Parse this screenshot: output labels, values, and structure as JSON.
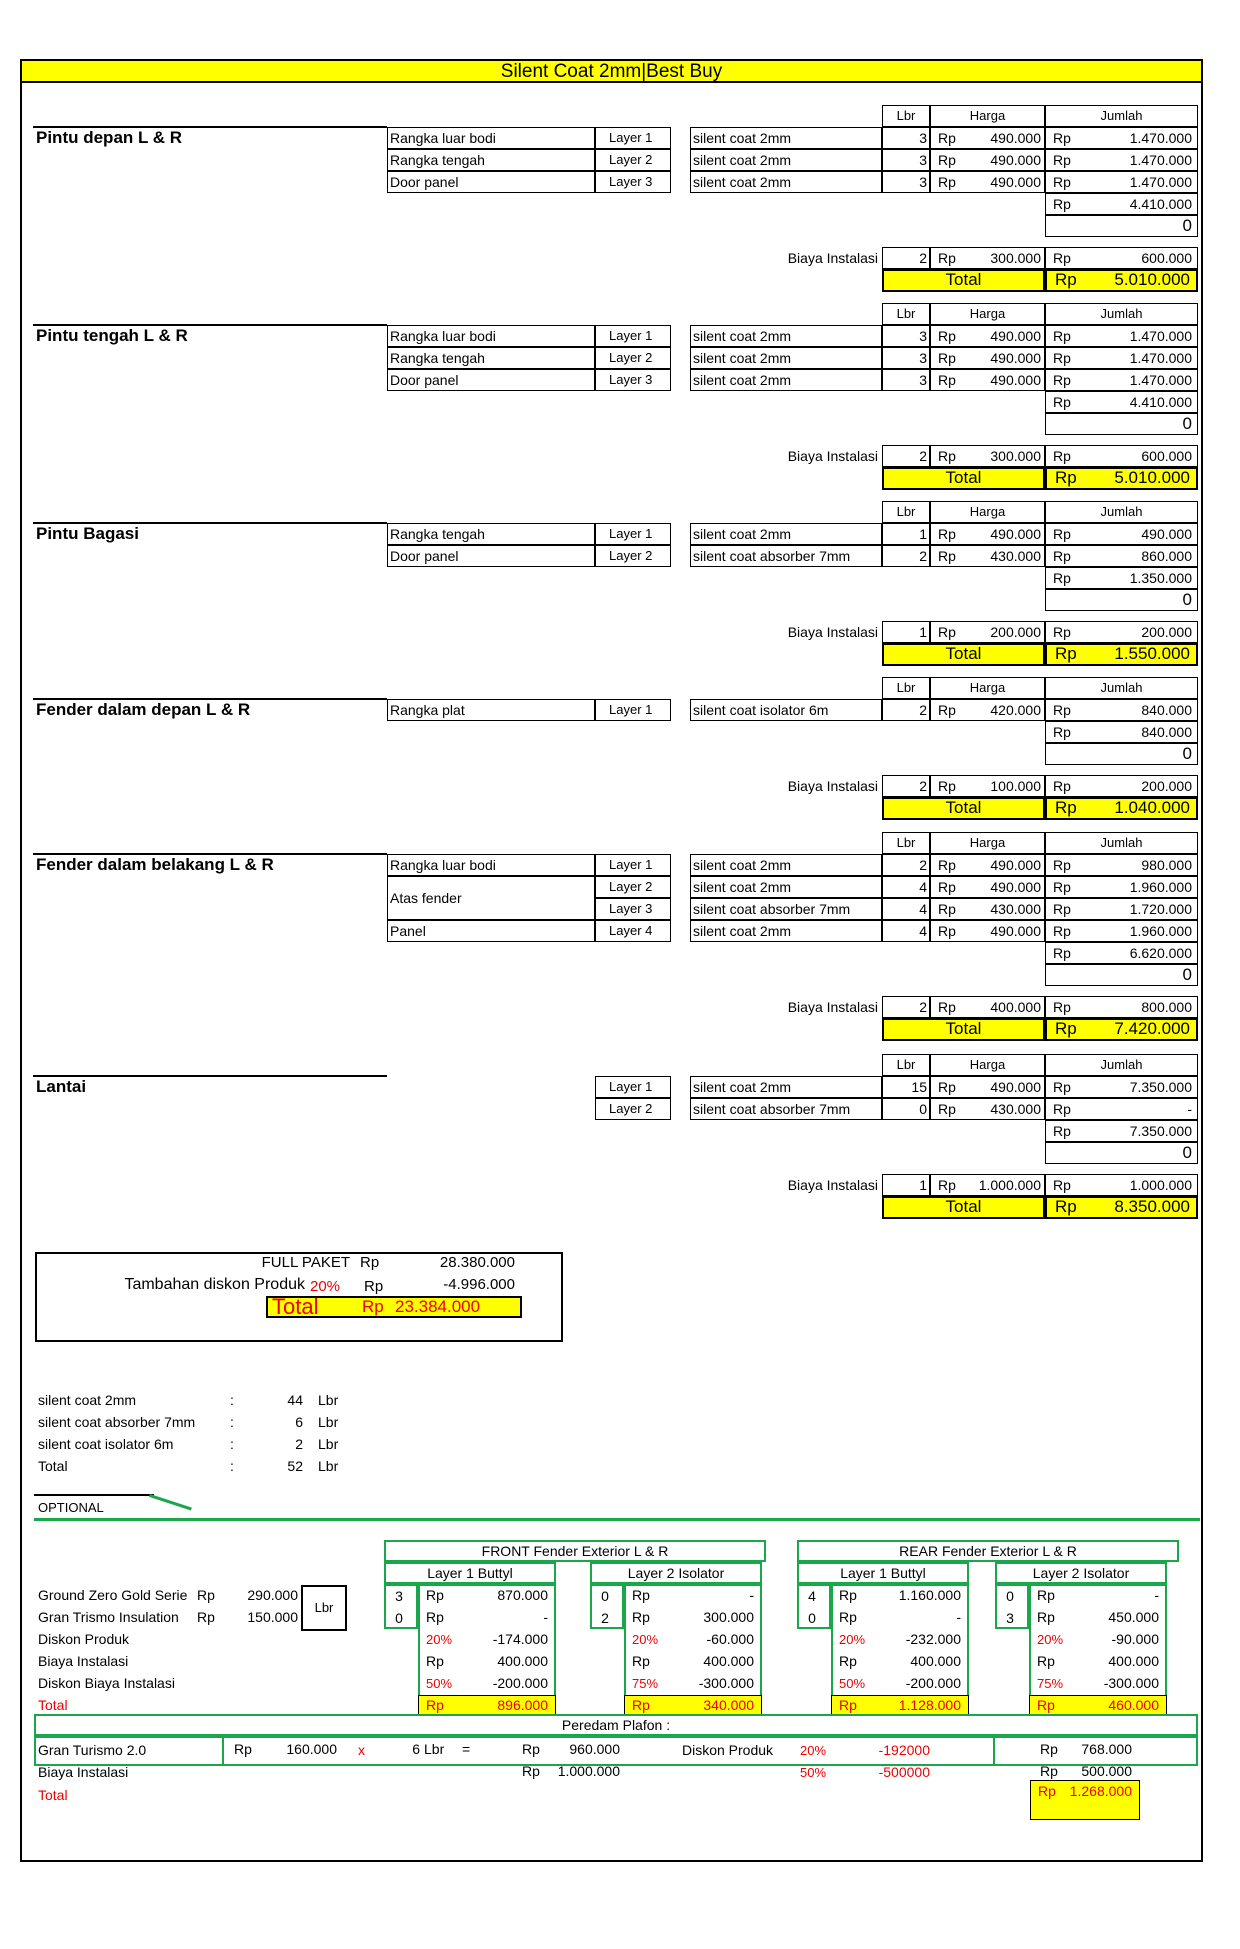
{
  "title": "Silent Coat 2mm|Best Buy",
  "hdr": {
    "lbr": "Lbr",
    "harga": "Harga",
    "jumlah": "Jumlah"
  },
  "rp": "Rp",
  "biaya": "Biaya Instalasi",
  "total": "Total",
  "zero": "0",
  "dash": "-",
  "s1": {
    "name": "Pintu depan L & R",
    "r": [
      {
        "part": "Rangka luar bodi",
        "layer": "Layer 1",
        "mat": "silent coat 2mm",
        "lbr": "3",
        "price": "490.000",
        "amt": "1.470.000"
      },
      {
        "part": "Rangka tengah",
        "layer": "Layer 2",
        "mat": "silent coat 2mm",
        "lbr": "3",
        "price": "490.000",
        "amt": "1.470.000"
      },
      {
        "part": "Door panel",
        "layer": "Layer 3",
        "mat": "silent coat 2mm",
        "lbr": "3",
        "price": "490.000",
        "amt": "1.470.000"
      }
    ],
    "sub": "4.410.000",
    "inst": {
      "lbr": "2",
      "price": "300.000",
      "amt": "600.000"
    },
    "total": "5.010.000"
  },
  "s2": {
    "name": "Pintu tengah L & R",
    "r": [
      {
        "part": "Rangka luar bodi",
        "layer": "Layer 1",
        "mat": "silent coat 2mm",
        "lbr": "3",
        "price": "490.000",
        "amt": "1.470.000"
      },
      {
        "part": "Rangka tengah",
        "layer": "Layer 2",
        "mat": "silent coat 2mm",
        "lbr": "3",
        "price": "490.000",
        "amt": "1.470.000"
      },
      {
        "part": "Door panel",
        "layer": "Layer 3",
        "mat": "silent coat 2mm",
        "lbr": "3",
        "price": "490.000",
        "amt": "1.470.000"
      }
    ],
    "sub": "4.410.000",
    "inst": {
      "lbr": "2",
      "price": "300.000",
      "amt": "600.000"
    },
    "total": "5.010.000"
  },
  "s3": {
    "name": "Pintu Bagasi",
    "r": [
      {
        "part": "Rangka tengah",
        "layer": "Layer 1",
        "mat": "silent coat 2mm",
        "lbr": "1",
        "price": "490.000",
        "amt": "490.000"
      },
      {
        "part": "Door panel",
        "layer": "Layer 2",
        "mat": "silent coat absorber 7mm",
        "lbr": "2",
        "price": "430.000",
        "amt": "860.000"
      }
    ],
    "sub": "1.350.000",
    "inst": {
      "lbr": "1",
      "price": "200.000",
      "amt": "200.000"
    },
    "total": "1.550.000"
  },
  "s4": {
    "name": "Fender dalam depan L & R",
    "r": [
      {
        "part": "Rangka plat",
        "layer": "Layer 1",
        "mat": "silent coat isolator 6m",
        "lbr": "2",
        "price": "420.000",
        "amt": "840.000"
      }
    ],
    "sub": "840.000",
    "inst": {
      "lbr": "2",
      "price": "100.000",
      "amt": "200.000"
    },
    "total": "1.040.000"
  },
  "s5": {
    "name": "Fender dalam belakang L & R",
    "r": [
      {
        "part": "Rangka luar bodi",
        "layer": "Layer 1",
        "mat": "silent coat 2mm",
        "lbr": "2",
        "price": "490.000",
        "amt": "980.000"
      },
      {
        "part": "Atas fender",
        "layer": "Layer 2",
        "mat": "silent coat 2mm",
        "lbr": "4",
        "price": "490.000",
        "amt": "1.960.000"
      },
      {
        "part": "",
        "layer": "Layer 3",
        "mat": "silent coat absorber 7mm",
        "lbr": "4",
        "price": "430.000",
        "amt": "1.720.000"
      },
      {
        "part": "Panel",
        "layer": "Layer 4",
        "mat": "silent coat 2mm",
        "lbr": "4",
        "price": "490.000",
        "amt": "1.960.000"
      }
    ],
    "sub": "6.620.000",
    "inst": {
      "lbr": "2",
      "price": "400.000",
      "amt": "800.000"
    },
    "total": "7.420.000"
  },
  "s6": {
    "name": "Lantai",
    "r": [
      {
        "part": "",
        "layer": "Layer 1",
        "mat": "silent coat 2mm",
        "lbr": "15",
        "price": "490.000",
        "amt": "7.350.000"
      },
      {
        "part": "",
        "layer": "Layer 2",
        "mat": "silent coat absorber 7mm",
        "lbr": "0",
        "price": "430.000",
        "amt": "-"
      }
    ],
    "sub": "7.350.000",
    "inst": {
      "lbr": "1",
      "price": "1.000.000",
      "amt": "1.000.000"
    },
    "total": "8.350.000"
  },
  "summary": {
    "full_label": "FULL PAKET",
    "full_val": "28.380.000",
    "disc_label": "Tambahan diskon Produk",
    "disc_pct": "20%",
    "disc_val": "-4.996.000",
    "total_label": "Total",
    "total_val": "23.384.000"
  },
  "counts": [
    {
      "name": "silent coat 2mm",
      "colon": ":",
      "qty": "44",
      "unit": "Lbr"
    },
    {
      "name": "silent coat absorber 7mm",
      "colon": ":",
      "qty": "6",
      "unit": "Lbr"
    },
    {
      "name": "silent coat isolator 6m",
      "colon": ":",
      "qty": "2",
      "unit": "Lbr"
    },
    {
      "name": "Total",
      "colon": ":",
      "qty": "52",
      "unit": "Lbr"
    }
  ],
  "optional": {
    "tab": "OPTIONAL",
    "labels": [
      "Ground Zero Gold Series",
      "Gran Trismo Insulation",
      "Diskon Produk",
      "Biaya Instalasi",
      "Diskon Biaya Instalasi",
      "Total"
    ],
    "p1": "290.000",
    "p2": "150.000",
    "lbr_box": "Lbr",
    "front": "FRONT Fender Exterior L & R",
    "rear": "REAR Fender Exterior L & R",
    "l1": "Layer 1 Buttyl",
    "l2": "Layer 2 Isolator",
    "fl1": {
      "q1": "3",
      "q2": "0",
      "v1": "870.000",
      "v2": "-",
      "dp": "20%",
      "dv": "-174.000",
      "inst": "400.000",
      "ip": "50%",
      "iv": "-200.000",
      "tot": "896.000"
    },
    "fl2": {
      "q1": "0",
      "q2": "2",
      "v1": "-",
      "v2": "300.000",
      "dp": "20%",
      "dv": "-60.000",
      "inst": "400.000",
      "ip": "75%",
      "iv": "-300.000",
      "tot": "340.000"
    },
    "rl1": {
      "q1": "4",
      "q2": "0",
      "v1": "1.160.000",
      "v2": "-",
      "dp": "20%",
      "dv": "-232.000",
      "inst": "400.000",
      "ip": "50%",
      "iv": "-200.000",
      "tot": "1.128.000"
    },
    "rl2": {
      "q1": "0",
      "q2": "3",
      "v1": "-",
      "v2": "450.000",
      "dp": "20%",
      "dv": "-90.000",
      "inst": "400.000",
      "ip": "75%",
      "iv": "-300.000",
      "tot": "460.000"
    }
  },
  "plafon": {
    "title": "Peredam Plafon :",
    "item": "Gran Turismo 2.0",
    "inst": "Biaya Instalasi",
    "total": "Total",
    "price": "160.000",
    "x": "x",
    "qty": "6",
    "unit": "Lbr",
    "eq": "=",
    "amt": "960.000",
    "inst_amt": "1.000.000",
    "disc": "Diskon Produk",
    "dp1": "20%",
    "dv1": "-192000",
    "dp2": "50%",
    "dv2": "-500000",
    "net1": "768.000",
    "net2": "500.000",
    "tot": "1.268.000"
  }
}
